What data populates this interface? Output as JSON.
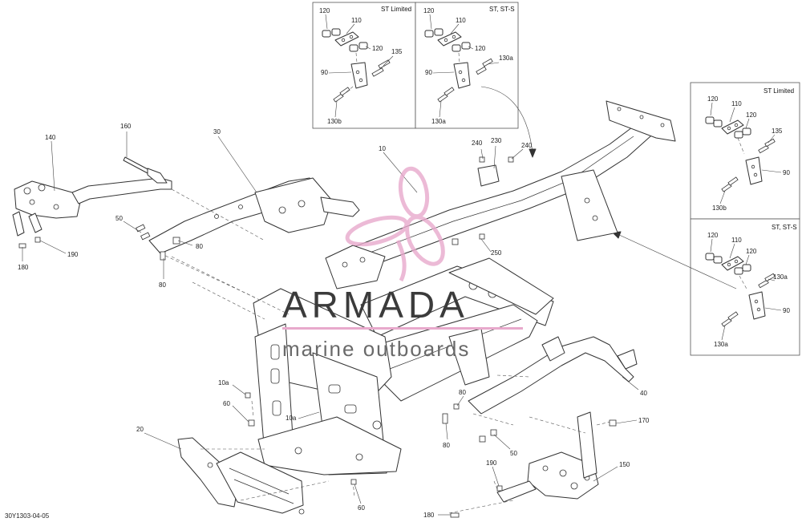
{
  "diagram": {
    "code": "30Y1303-04-05",
    "insets": [
      {
        "title": "ST Limited",
        "labels": [
          "120",
          "110",
          "120",
          "135",
          "90",
          "130b"
        ]
      },
      {
        "title": "ST, ST-S",
        "labels": [
          "120",
          "110",
          "120",
          "130a",
          "90",
          "130a"
        ]
      },
      {
        "title": "ST Limited",
        "labels": [
          "120",
          "110",
          "120",
          "135",
          "90",
          "130b"
        ]
      },
      {
        "title": "ST, ST-S",
        "labels": [
          "120",
          "110",
          "120",
          "130a",
          "90",
          "130a"
        ]
      }
    ],
    "callouts": {
      "p140": "140",
      "p160": "160",
      "p30": "30",
      "p10": "10",
      "p240a": "240",
      "p230": "230",
      "p240b": "240",
      "p50a": "50",
      "p80a": "80",
      "p80b": "80",
      "p190a": "190",
      "p180a": "180",
      "p250": "250",
      "p10a1": "10a",
      "p60a": "60",
      "p10a2": "10a",
      "p20": "20",
      "p60b": "60",
      "p80c": "80",
      "p80d": "80",
      "p50b": "50",
      "p40": "40",
      "p170": "170",
      "p190b": "190",
      "p150": "150",
      "p180b": "180"
    }
  },
  "watermark": {
    "brand": "ARMADA",
    "tagline": "marine outboards",
    "color": "#e8a9cc"
  }
}
